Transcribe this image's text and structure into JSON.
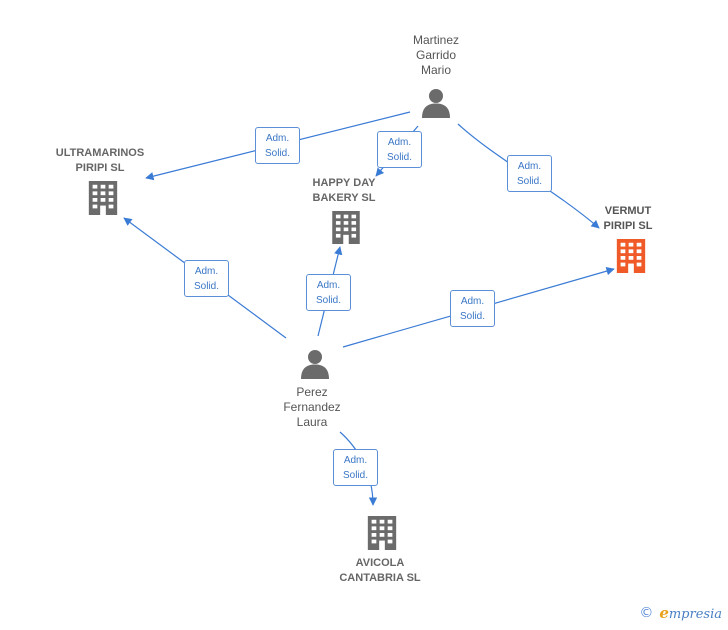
{
  "nodes": {
    "martinez": {
      "label": "Martinez\nGarrido\nMario",
      "icon": "person-icon"
    },
    "perez": {
      "label": "Perez\nFernandez\nLaura",
      "icon": "person-icon"
    },
    "ultramarinos": {
      "label": "ULTRAMARINOS\nPIRIPI  SL",
      "icon": "building-icon"
    },
    "happyday": {
      "label": "HAPPY DAY\nBAKERY SL",
      "icon": "building-icon"
    },
    "vermut": {
      "label": "VERMUT\nPIRIPI  SL",
      "icon": "building-icon"
    },
    "avicola": {
      "label": "AVICOLA\nCANTABRIA  SL",
      "icon": "building-icon"
    }
  },
  "edges": [
    {
      "from": "martinez",
      "to": "ultramarinos",
      "label": "Adm.\nSolid."
    },
    {
      "from": "martinez",
      "to": "happyday",
      "label": "Adm.\nSolid."
    },
    {
      "from": "martinez",
      "to": "vermut",
      "label": "Adm.\nSolid."
    },
    {
      "from": "perez",
      "to": "ultramarinos",
      "label": "Adm.\nSolid."
    },
    {
      "from": "perez",
      "to": "happyday",
      "label": "Adm.\nSolid."
    },
    {
      "from": "perez",
      "to": "vermut",
      "label": "Adm.\nSolid."
    },
    {
      "from": "perez",
      "to": "avicola",
      "label": "Adm.\nSolid."
    }
  ],
  "colors": {
    "edge": "#3a7bd5",
    "company": "#6b6b6b",
    "focus_company": "#f05a28",
    "person": "#6b6b6b"
  },
  "footer": {
    "copyright_symbol": "©",
    "brand_initial": "e",
    "brand_rest": "mpresia"
  }
}
